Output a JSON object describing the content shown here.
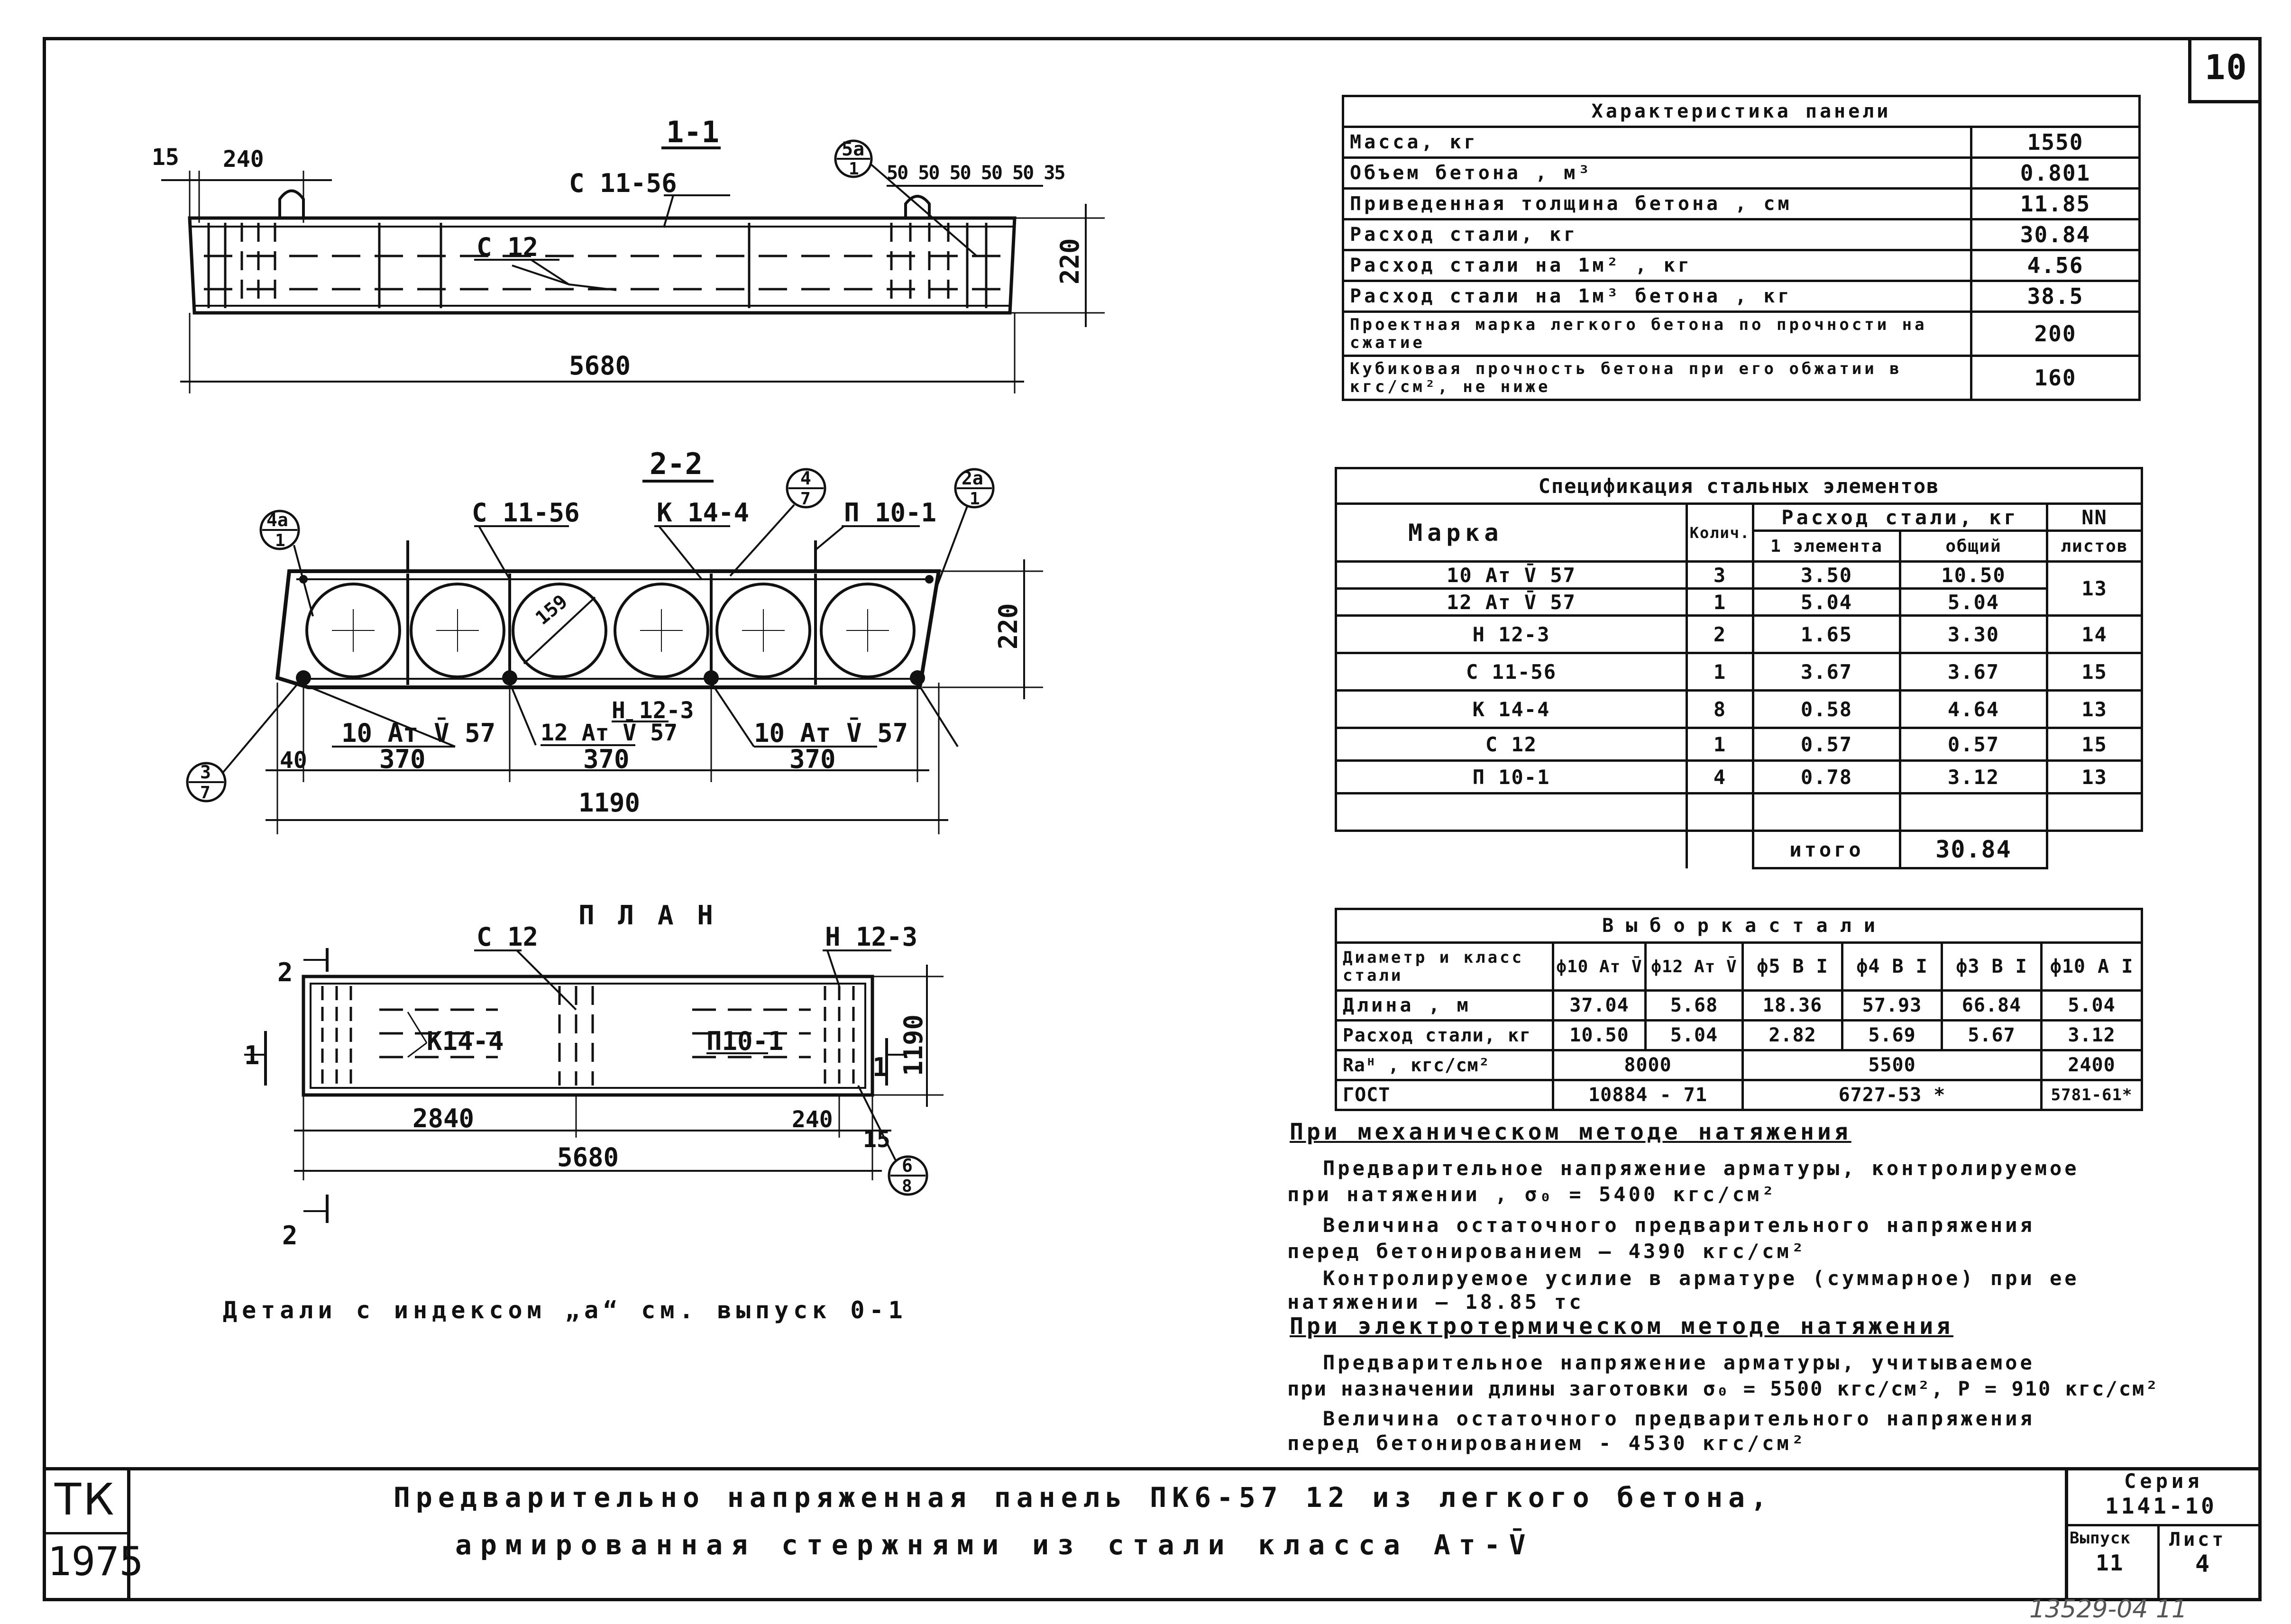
{
  "sheet_number": "10",
  "section_1_1": {
    "title": "1-1",
    "dims": {
      "d15": "15",
      "d240": "240",
      "d5680": "5680",
      "d220": "220",
      "seq": "50 50 50 50 50 35"
    },
    "labels": {
      "c1156": "С 11-56",
      "c12": "С 12",
      "ref5a_top": "5а",
      "ref5a_bottom": "1"
    }
  },
  "section_2_2": {
    "title": "2-2",
    "labels": {
      "c1156": "С 11-56",
      "k144": "К 14-4",
      "p101": "П 10-1",
      "h123": "Н 12-3",
      "bar_left": "10 Ат V̄ 57",
      "bar_mid": "12 Ат V̄ 57",
      "bar_right": "10 Ат V̄ 57",
      "diam": "159"
    },
    "refs": [
      {
        "top": "4а",
        "bottom": "1"
      },
      {
        "top": "4",
        "bottom": "7"
      },
      {
        "top": "2а",
        "bottom": "1"
      },
      {
        "top": "3",
        "bottom": "7"
      }
    ],
    "dims": {
      "d40": "40",
      "d370a": "370",
      "d370b": "370",
      "d370c": "370",
      "d1190": "1190",
      "d220": "220"
    }
  },
  "plan": {
    "title": "П Л А Н",
    "labels": {
      "c12": "С 12",
      "h123": "Н 12-3",
      "k144": "К14-4",
      "p101": "П10-1"
    },
    "cut_marks": {
      "top": "2",
      "bottom": "2",
      "left": "1",
      "right": "1"
    },
    "dims": {
      "d2840": "2840",
      "d5680": "5680",
      "d240": "240",
      "d15": "15",
      "d1190": "1190"
    },
    "ref": {
      "top": "6",
      "bottom": "8"
    }
  },
  "details_note": "Детали с индексом „а“ см. выпуск 0-1",
  "characteristics": {
    "title": "Характеристика панели",
    "rows": [
      {
        "label": "Масса, кг",
        "value": "1550"
      },
      {
        "label": "Объем бетона , м³",
        "value": "0.801"
      },
      {
        "label": "Приведенная толщина бетона , см",
        "value": "11.85"
      },
      {
        "label": "Расход стали, кг",
        "value": "30.84"
      },
      {
        "label": "Расход стали на 1м² , кг",
        "value": "4.56"
      },
      {
        "label": "Расход стали на 1м³ бетона , кг",
        "value": "38.5"
      },
      {
        "label": "Проектная марка легкого бетона по прочности на сжатие",
        "value": "200"
      },
      {
        "label": "Кубиковая прочность бетона при его обжатии в кгс/см², не ниже",
        "value": "160"
      }
    ]
  },
  "specification": {
    "title": "Спецификация стальных элементов",
    "headers": {
      "mark": "Марка",
      "qty": "Колич.",
      "steel": "Расход стали, кг",
      "one": "1 элемента",
      "total": "общий",
      "sheets_top": "NN",
      "sheets": "листов"
    },
    "rows": [
      {
        "mark": "10 Ат V̄ 57",
        "qty": "3",
        "one": "3.50",
        "total": "10.50",
        "sheet": "13"
      },
      {
        "mark": "12 Ат V̄ 57",
        "qty": "1",
        "one": "5.04",
        "total": "5.04",
        "sheet": ""
      },
      {
        "mark": "Н 12-3",
        "qty": "2",
        "one": "1.65",
        "total": "3.30",
        "sheet": "14"
      },
      {
        "mark": "С 11-56",
        "qty": "1",
        "one": "3.67",
        "total": "3.67",
        "sheet": "15"
      },
      {
        "mark": "К 14-4",
        "qty": "8",
        "one": "0.58",
        "total": "4.64",
        "sheet": "13"
      },
      {
        "mark": "С 12",
        "qty": "1",
        "one": "0.57",
        "total": "0.57",
        "sheet": "15"
      },
      {
        "mark": "П 10-1",
        "qty": "4",
        "one": "0.78",
        "total": "3.12",
        "sheet": "13"
      }
    ],
    "total_label": "итого",
    "total_value": "30.84"
  },
  "steel_selection": {
    "title": "В ы б о р к а   с т а л и",
    "col_header": "Диаметр и класс стали",
    "columns": [
      "ф10 Ат V̄",
      "ф12 Ат V̄",
      "ф5 В I",
      "ф4 В I",
      "ф3 В I",
      "ф10 А I"
    ],
    "length_label": "Длина , м",
    "length": [
      "37.04",
      "5.68",
      "18.36",
      "57.93",
      "66.84",
      "5.04"
    ],
    "mass_label": "Расход стали, кг",
    "mass": [
      "10.50",
      "5.04",
      "2.82",
      "5.69",
      "5.67",
      "3.12"
    ],
    "ra_label": "Rаᴴ , кгс/см²",
    "ra_a": "8000",
    "ra_b": "5500",
    "ra_c": "2400",
    "gost_label": "ГОСТ",
    "gost_a": "10884 - 71",
    "gost_b": "6727-53 *",
    "gost_c": "5781-61*"
  },
  "notes": {
    "mech_title": "При механическом методе натяжения",
    "mech_1a": "Предварительное напряжение арматуры, контролируемое",
    "mech_1b": "при натяжении , σ₀ = 5400 кгс/см²",
    "mech_2a": "Величина остаточного предварительного напряжения",
    "mech_2b": "перед бетонированием — 4390 кгс/см²",
    "mech_3a": "Контролируемое усилие в арматуре (суммарное) при ее",
    "mech_3b": "натяжении — 18.85 тс",
    "el_title": "При электротермическом методе натяжения",
    "el_1a": "Предварительное напряжение арматуры, учитываемое",
    "el_1b": "при назначении длины заготовки σ₀ = 5500 кгс/см², Р = 910 кгс/см²",
    "el_2a": "Величина остаточного предварительного напряжения",
    "el_2b": "перед бетонированием - 4530 кгс/см²"
  },
  "title_block": {
    "org_top": "ТК",
    "org_bottom": "1975",
    "title_line1": "Предварительно напряженная панель ПК6-57 12 из легкого бетона,",
    "title_line2": "армированная стержнями из стали класса Ат-V̄",
    "series_label": "Серия",
    "series_value": "1141-10",
    "issue_label": "Выпуск",
    "issue_value": "11",
    "sheet_label": "Лист",
    "sheet_value": "4"
  },
  "stamp": "13529-04  11"
}
